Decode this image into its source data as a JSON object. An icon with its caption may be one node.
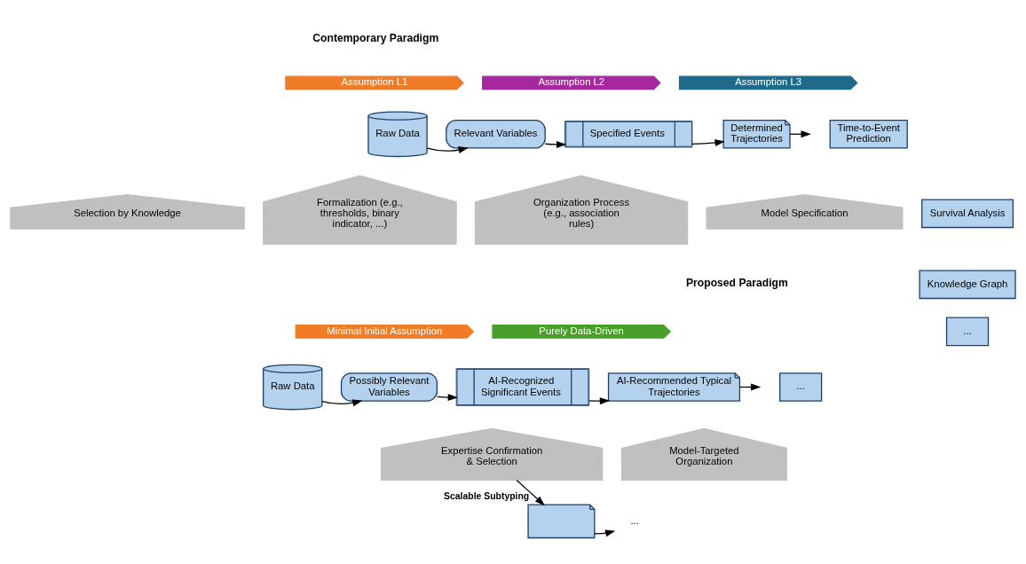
{
  "diagram": {
    "nodes": [
      {
        "text": [
          "Assumption L1"
        ]
      },
      {
        "text": [
          "Assumption L2"
        ]
      },
      {
        "text": [
          "Assumption L3"
        ]
      },
      {
        "text": [
          "Raw Data"
        ]
      },
      {
        "text": [
          "Relevant Variables"
        ]
      },
      {
        "text": [
          "Specified Events"
        ]
      },
      {
        "text": [
          "Determined Trajectories"
        ]
      },
      {
        "text": [
          "Selection by Knowledge"
        ]
      },
      {
        "text": [
          "Formalization (e.g., thresholds, binary indicator, ...)"
        ]
      },
      {
        "text": [
          "Organization Process (e.g., association rules)"
        ]
      },
      {
        "text": [
          "Model Specification"
        ]
      },
      {
        "text": [
          "Time-to-Event Prediction"
        ]
      },
      {
        "text": [
          "Survival Analysis"
        ]
      },
      {
        "text": [
          "Knowledge Graph"
        ]
      },
      {
        "text": [
          "..."
        ]
      },
      {
        "text": [
          "Minimal Initial Assumption"
        ]
      },
      {
        "text": [
          "Purely Data-Driven"
        ]
      },
      {
        "text": [
          "Raw Data"
        ]
      },
      {
        "text": [
          "Possibly Relevant Variables"
        ]
      },
      {
        "text": [
          "AI-Recognized Significant Events"
        ]
      },
      {
        "text": [
          "AI-Recommended Typical Trajectories"
        ]
      },
      {
        "text": [
          "..."
        ]
      },
      {
        "text": [
          "Expertise Confirmation & Selection"
        ]
      },
      {
        "text": [
          "Model-Targeted Organization"
        ]
      },
      {
        "text": [],
        "shape": "document"
      },
      {
        "text": [
          "..."
        ]
      }
    ],
    "edges": [
      {
        "from": 3,
        "to": 4,
        "arrow": "to"
      },
      {
        "from": 4,
        "to": 5,
        "arrow": "to"
      },
      {
        "from": 5,
        "to": 6,
        "arrow": "to"
      },
      {
        "from": 6,
        "to": null,
        "arrow": "to"
      },
      {
        "from": 17,
        "to": 18,
        "arrow": "to"
      },
      {
        "from": 18,
        "to": 19,
        "arrow": "to"
      },
      {
        "from": 19,
        "to": 20,
        "arrow": "to"
      },
      {
        "from": 20,
        "to": null,
        "arrow": "to"
      },
      {
        "from": 22,
        "to": 24,
        "arrow": "to",
        "label": "Scalable Subtyping"
      },
      {
        "from": 24,
        "to": 25,
        "arrow": "to"
      }
    ],
    "labels": [
      "Contemporary Paradigm",
      "Proposed Paradigm"
    ]
  }
}
